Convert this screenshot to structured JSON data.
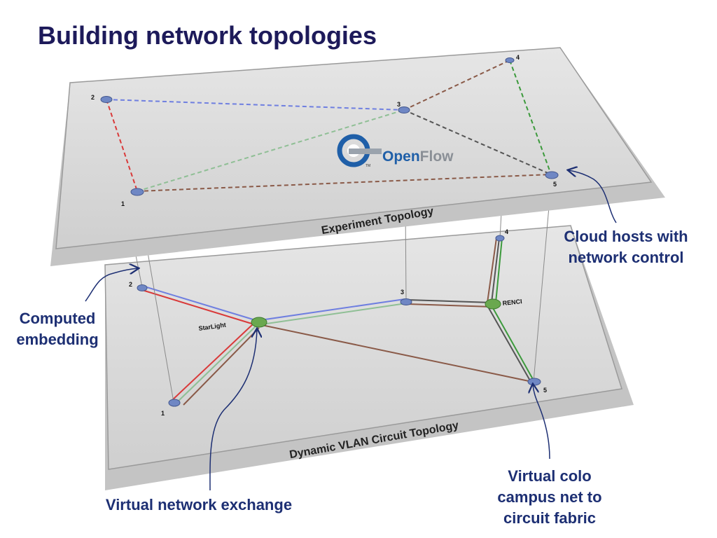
{
  "title": "Building network topologies",
  "planes": {
    "top_label": "Experiment Topology",
    "bottom_label": "Dynamic VLAN Circuit Topology"
  },
  "logo": {
    "text_part1": "Open",
    "text_part2": "Flow",
    "tm": "TM"
  },
  "experiment_nodes": {
    "n1": "1",
    "n2": "2",
    "n3": "3",
    "n4": "4",
    "n5": "5"
  },
  "circuit_nodes": {
    "n1": "1",
    "n2": "2",
    "n3": "3",
    "n4": "4",
    "n5": "5",
    "starlight": "StarLight",
    "renci": "RENCI"
  },
  "callouts": {
    "cloud_hosts": [
      "Cloud hosts with",
      "network control"
    ],
    "computed_embedding": [
      "Computed",
      "embedding"
    ],
    "virtual_exchange": "Virtual network exchange",
    "virtual_colo": [
      "Virtual colo",
      "campus net to",
      "circuit fabric"
    ]
  },
  "colors": {
    "title": "#1d1a5a",
    "callout": "#1d2f73",
    "plane_fill": "#d8d8d8",
    "node_blue": "#6f87c4",
    "node_green": "#6aa84f",
    "link_red": "#d93a3a",
    "link_blue": "#6f7fe0",
    "link_brown": "#8a5a48",
    "link_green": "#3c9a3c",
    "link_lightgreen": "#8fbf95",
    "link_darkgray": "#555555"
  }
}
